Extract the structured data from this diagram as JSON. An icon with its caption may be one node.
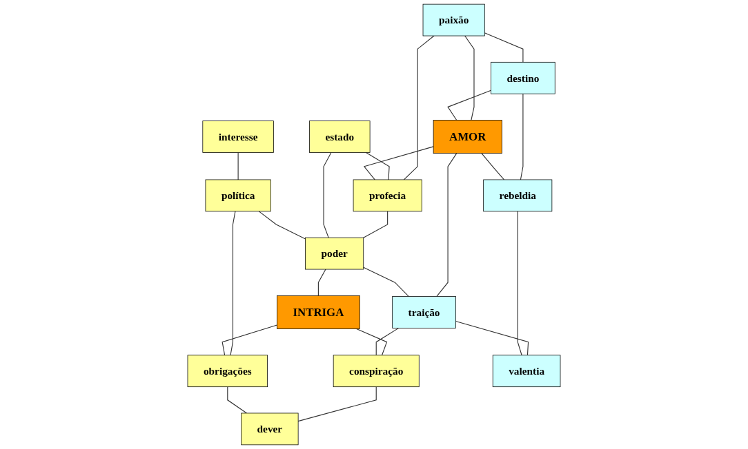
{
  "diagram": {
    "nodes": [
      {
        "text": [
          "paixão"
        ]
      },
      {
        "text": [
          "interesse"
        ]
      },
      {
        "text": [
          "estado"
        ]
      },
      {
        "text": [
          "destino"
        ]
      },
      {
        "text": [
          "profecia"
        ]
      },
      {
        "text": [
          "AMOR"
        ]
      },
      {
        "text": [
          "política"
        ]
      },
      {
        "text": [
          "poder"
        ]
      },
      {
        "text": [
          "rebeldia"
        ]
      },
      {
        "text": [
          "traição"
        ]
      },
      {
        "text": [
          "INTRIGA"
        ]
      },
      {
        "text": [
          "obrigações"
        ]
      },
      {
        "text": [
          "conspiração"
        ]
      },
      {
        "text": [
          "valentia"
        ]
      },
      {
        "text": [
          "dever"
        ]
      }
    ],
    "edges": [
      {
        "from": 0,
        "to": 3,
        "arrow": "none"
      },
      {
        "from": 0,
        "to": 5,
        "arrow": "none"
      },
      {
        "from": 0,
        "to": 4,
        "arrow": "none"
      },
      {
        "from": 2,
        "to": 4,
        "arrow": "none"
      },
      {
        "from": 3,
        "to": 5,
        "arrow": "none"
      },
      {
        "from": 3,
        "to": 8,
        "arrow": "none"
      },
      {
        "from": 5,
        "to": 4,
        "arrow": "none"
      },
      {
        "from": 5,
        "to": 8,
        "arrow": "none"
      },
      {
        "from": 5,
        "to": 9,
        "arrow": "none"
      },
      {
        "from": 4,
        "to": 7,
        "arrow": "none"
      },
      {
        "from": 2,
        "to": 7,
        "arrow": "none"
      },
      {
        "from": 1,
        "to": 6,
        "arrow": "none"
      },
      {
        "from": 6,
        "to": 7,
        "arrow": "none"
      },
      {
        "from": 6,
        "to": 11,
        "arrow": "none"
      },
      {
        "from": 7,
        "to": 9,
        "arrow": "none"
      },
      {
        "from": 7,
        "to": 10,
        "arrow": "none"
      },
      {
        "from": 10,
        "to": 11,
        "arrow": "none"
      },
      {
        "from": 10,
        "to": 12,
        "arrow": "none"
      },
      {
        "from": 12,
        "to": 14,
        "arrow": "none"
      },
      {
        "from": 11,
        "to": 14,
        "arrow": "none"
      },
      {
        "from": 9,
        "to": 12,
        "arrow": "none"
      },
      {
        "from": 9,
        "to": 13,
        "arrow": "none"
      },
      {
        "from": 8,
        "to": 13,
        "arrow": "none"
      }
    ]
  }
}
